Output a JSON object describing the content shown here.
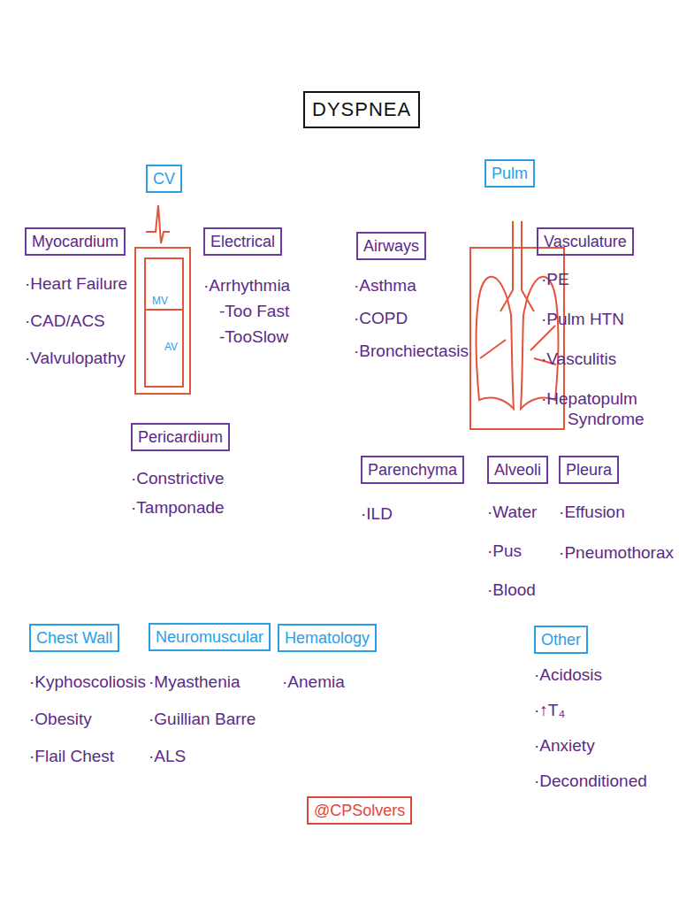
{
  "diagram": {
    "title": "DYSPNEA",
    "nodes": [
      {
        "text": [
          "CV"
        ]
      },
      {
        "text": [
          "Pulm"
        ]
      },
      {
        "text": [
          "Myocardium",
          "·Heart Failure",
          "·CAD/ACS",
          "·Valvulopathy"
        ]
      },
      {
        "text": [
          "Electrical",
          "·Arrhythmia",
          "-Too Fast",
          "-TooSlow"
        ]
      },
      {
        "text": [
          "Airways",
          "·Asthma",
          "·COPD",
          "·Bronchiectasis"
        ]
      },
      {
        "text": [
          "Vasculature",
          "·PE",
          "·Pulm HTN",
          "·Vasculitis",
          "·Hepatopulm Syndrome"
        ]
      },
      {
        "text": [
          "Pericardium",
          "·Constrictive",
          "·Tamponade"
        ]
      },
      {
        "text": [
          "Parenchyma",
          "·ILD"
        ]
      },
      {
        "text": [
          "Alveoli",
          "·Water",
          "·Pus",
          "·Blood"
        ]
      },
      {
        "text": [
          "Pleura",
          "·Effusion",
          "·Pneumothorax"
        ]
      },
      {
        "text": [
          "Chest Wall",
          "·Kyphoscoliosis",
          "·Obesity",
          "·Flail Chest"
        ]
      },
      {
        "text": [
          "Neuromuscular",
          "·Myasthenia",
          "·Guillian Barre",
          "·ALS"
        ]
      },
      {
        "text": [
          "Hematology",
          "·Anemia"
        ]
      },
      {
        "text": [
          "Other",
          "·Acidosis",
          "·↑T₄",
          "·Anxiety",
          "·Deconditioned"
        ]
      },
      {
        "text": [
          "@CPSolvers"
        ]
      }
    ],
    "labels": [
      "MV",
      "AV"
    ]
  }
}
